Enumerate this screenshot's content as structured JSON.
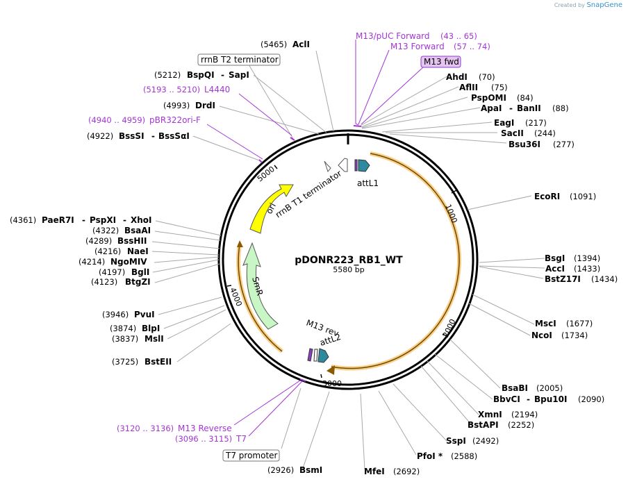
{
  "credit": {
    "created_by": "Created by",
    "brand": "SnapGene"
  },
  "plasmid": {
    "name": "pDONR223_RB1_WT",
    "size": "5580 bp"
  },
  "ticks": [
    "1000",
    "2000",
    "3000",
    "4000",
    "5000"
  ],
  "enzymes": {
    "acli": {
      "name": "AclI",
      "pos": "(5465)"
    },
    "bspqi": {
      "name": "BspQI",
      "sep": "-",
      "name2": "SapI",
      "pos": "(5212)"
    },
    "drdi": {
      "name": "DrdI",
      "pos": "(4993)"
    },
    "bsssi": {
      "name": "BssSI",
      "sep": "-",
      "name2": "BssSαI",
      "pos": "(4922)"
    },
    "paer7i": {
      "name": "PaeR7I",
      "sep": "-",
      "name2": "PspXI",
      "sep2": "-",
      "name3": "XhoI",
      "pos": "(4361)"
    },
    "bsaai": {
      "name": "BsaAI",
      "pos": "(4322)"
    },
    "bsshii": {
      "name": "BssHII",
      "pos": "(4289)"
    },
    "naei": {
      "name": "NaeI",
      "pos": "(4216)"
    },
    "ngomiv": {
      "name": "NgoMIV",
      "pos": "(4214)"
    },
    "bgli": {
      "name": "BglI",
      "pos": "(4197)"
    },
    "btgzi": {
      "name": "BtgZI",
      "pos": "(4123)"
    },
    "pvui": {
      "name": "PvuI",
      "pos": "(3946)"
    },
    "blpi": {
      "name": "BlpI",
      "pos": "(3874)"
    },
    "msli": {
      "name": "MslI",
      "pos": "(3837)"
    },
    "bsteii": {
      "name": "BstEII",
      "pos": "(3725)"
    },
    "bsmi": {
      "name": "BsmI",
      "pos": "(2926)"
    },
    "mfei": {
      "name": "MfeI",
      "pos": "(2692)"
    },
    "pfoi": {
      "name": "PfoI *",
      "pos": "(2588)"
    },
    "sspi": {
      "name": "SspI",
      "pos": "(2492)"
    },
    "bstapi": {
      "name": "BstAPI",
      "pos": "(2252)"
    },
    "xmni": {
      "name": "XmnI",
      "pos": "(2194)"
    },
    "bbvci": {
      "name": "BbvCI",
      "sep": "-",
      "name2": "Bpu10I",
      "pos": "(2090)"
    },
    "bsabi": {
      "name": "BsaBI",
      "pos": "(2005)"
    },
    "ncoi": {
      "name": "NcoI",
      "pos": "(1734)"
    },
    "msci": {
      "name": "MscI",
      "pos": "(1677)"
    },
    "bstz17i": {
      "name": "BstZ17I",
      "pos": "(1434)"
    },
    "acci": {
      "name": "AccI",
      "pos": "(1433)"
    },
    "bsgi": {
      "name": "BsgI",
      "pos": "(1394)"
    },
    "ecori": {
      "name": "EcoRI",
      "pos": "(1091)"
    },
    "bsu36i": {
      "name": "Bsu36I",
      "pos": "(277)"
    },
    "sacii": {
      "name": "SacII",
      "pos": "(244)"
    },
    "eagi": {
      "name": "EagI",
      "pos": "(217)"
    },
    "apai": {
      "name": "ApaI",
      "sep": "-",
      "name2": "BanII",
      "pos": "(88)"
    },
    "pspomi": {
      "name": "PspOMI",
      "pos": "(84)"
    },
    "aflii": {
      "name": "AflII",
      "pos": "(75)"
    },
    "ahdi": {
      "name": "AhdI",
      "pos": "(70)"
    }
  },
  "primers": {
    "m13puc": {
      "name": "M13/pUC Forward",
      "pos": "(43 .. 65)"
    },
    "m13fwd_site": {
      "name": "M13 Forward",
      "pos": "(57 .. 74)"
    },
    "m13fwd_box": {
      "name": "M13 fwd"
    },
    "l4440": {
      "name": "L4440",
      "pos": "(5193 .. 5210)"
    },
    "pbr322": {
      "name": "pBR322ori-F",
      "pos": "(4940 .. 4959)"
    },
    "m13rev_site": {
      "name": "M13 Reverse",
      "pos": "(3120 .. 3136)"
    },
    "t7": {
      "name": "T7",
      "pos": "(3096 .. 3115)"
    }
  },
  "features": {
    "rrnb_t2": "rrnB T2 terminator",
    "rrnb_t1": "rrnB T1 terminator",
    "attl1": "attL1",
    "attl2": "attL2",
    "ori": "ori",
    "smr": "SmR",
    "m13rev": "M13 rev",
    "t7promoter": "T7 promoter"
  },
  "colors": {
    "backbone": "#000000",
    "insert": "#f5a623",
    "ori": "#ffff00",
    "smr": "#c8f7c5",
    "att": "#2e8a9e",
    "primer": "#a335d4",
    "primer_box_fill": "#e6c4f2",
    "leader": "#a8a8a8"
  }
}
